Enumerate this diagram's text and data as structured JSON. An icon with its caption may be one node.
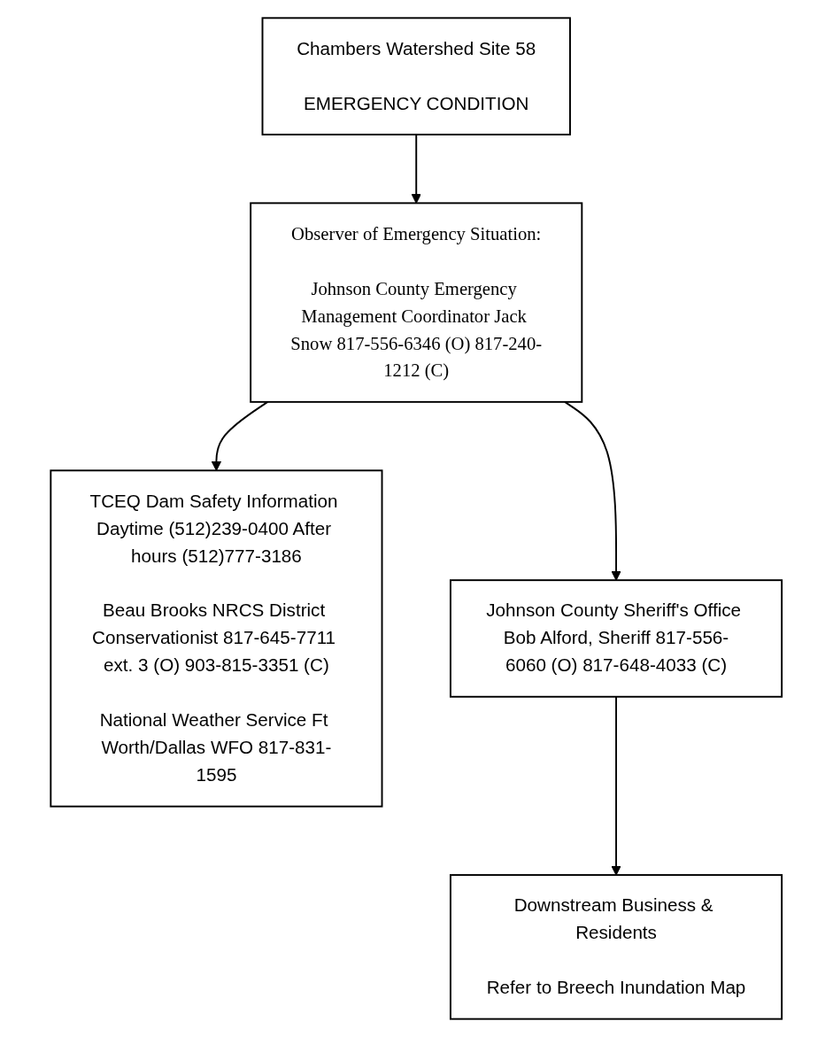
{
  "diagram": {
    "nodes": [
      {
        "text": [
          "Chambers Watershed Site 58",
          "EMERGENCY CONDITION"
        ]
      },
      {
        "text": [
          "TCEQ Dam Safety Information Daytime (512)239-0400 After hours (512)777-3186",
          "Beau Brooks NRCS District Conservationist 817-645-7711 ext. 3 (O) 903-815-3351 (C)",
          "National Weather Service Ft Worth/Dallas WFO 817-831-1595"
        ]
      },
      {
        "text": [
          "Observer of Emergency Situation:",
          "Johnson County Emergency Management Coordinator Jack Snow 817-556-6346 (O) 817-240-1212 (C)"
        ]
      },
      {
        "text": [
          "Johnson County Sheriff's Office Bob Alford, Sheriff 817-556-6060 (O) 817-648-4033 (C)"
        ]
      },
      {
        "text": [
          "Downstream Business & Residents",
          "Refer to Breech Inundation Map"
        ]
      }
    ],
    "edges": [
      {
        "from": 0,
        "to": 2,
        "arrow": "to"
      },
      {
        "from": 2,
        "to": 1,
        "arrow": "to"
      },
      {
        "from": 2,
        "to": 3,
        "arrow": "to"
      },
      {
        "from": 3,
        "to": 4,
        "arrow": "to"
      }
    ]
  }
}
